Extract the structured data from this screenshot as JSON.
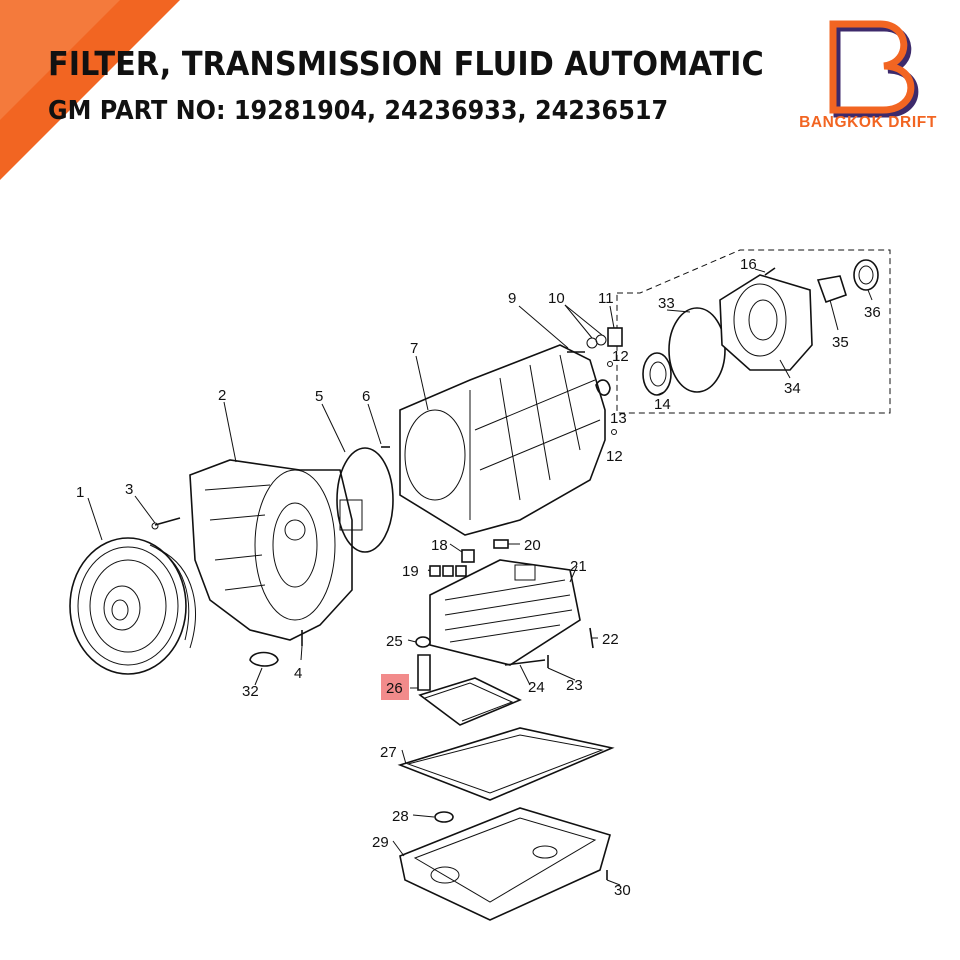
{
  "header": {
    "title": "FILTER, TRANSMISSION FLUID AUTOMATIC",
    "part_numbers": "GM PART NO: 19281904, 24236933, 24236517"
  },
  "brand": {
    "name": "BANGKOK DRIFT",
    "logo_letter": "B",
    "colors": {
      "orange": "#f26522",
      "purple": "#3d2a6b",
      "corner": "#f26522"
    }
  },
  "diagram": {
    "callouts": [
      "1",
      "2",
      "3",
      "4",
      "5",
      "6",
      "7",
      "9",
      "10",
      "11",
      "12",
      "12",
      "13",
      "14",
      "16",
      "33",
      "34",
      "35",
      "36",
      "18",
      "19",
      "20",
      "21",
      "22",
      "23",
      "24",
      "25",
      "26",
      "27",
      "28",
      "29",
      "30",
      "32"
    ],
    "highlighted_callout": "26",
    "highlight_color": "#f28b8b"
  }
}
